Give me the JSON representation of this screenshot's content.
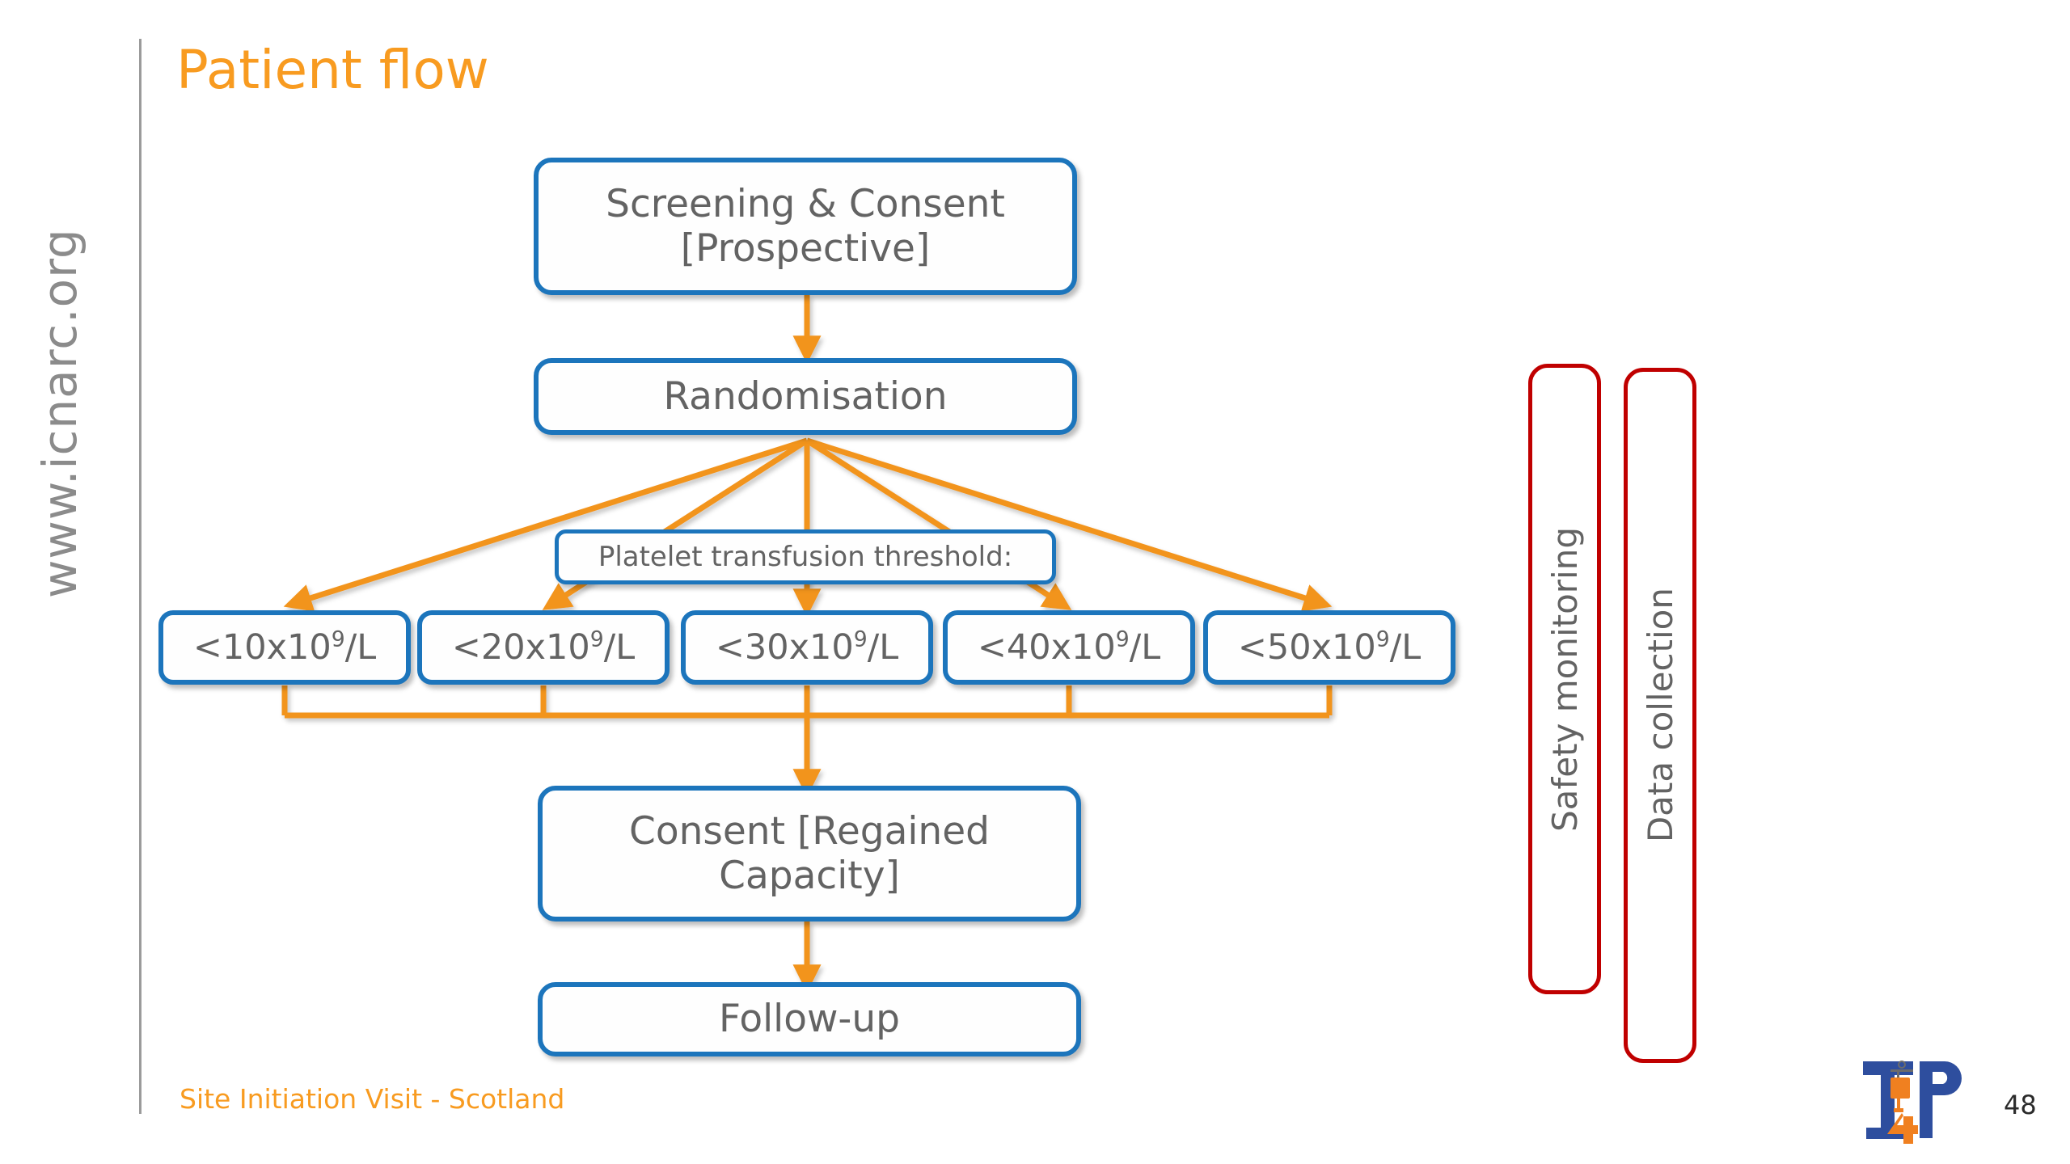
{
  "slide": {
    "title": "Patient flow",
    "site_url": "www.icnarc.org",
    "footer": "Site Initiation Visit - Scotland",
    "page_number": "48",
    "logo_text": "T4P"
  },
  "colors": {
    "title_orange": "#F89B20",
    "node_blue": "#1C75BC",
    "arrow_orange": "#F2941F",
    "sidebox_red": "#C00000",
    "node_text_gray": "#636363",
    "divider_gray": "#9B9B9B"
  },
  "flow": {
    "screening": {
      "line1": "Screening & Consent",
      "line2": "[Prospective]"
    },
    "randomisation": {
      "label": "Randomisation"
    },
    "threshold_caption": {
      "label": "Platelet transfusion threshold:"
    },
    "thresholds": [
      {
        "prefix": "<10x10",
        "exp": "9",
        "suffix": "/L"
      },
      {
        "prefix": "<20x10",
        "exp": "9",
        "suffix": "/L"
      },
      {
        "prefix": "<30x10",
        "exp": "9",
        "suffix": "/L"
      },
      {
        "prefix": "<40x10",
        "exp": "9",
        "suffix": "/L"
      },
      {
        "prefix": "<50x10",
        "exp": "9",
        "suffix": "/L"
      }
    ],
    "consent": {
      "line1": "Consent [Regained",
      "line2": "Capacity]"
    },
    "followup": {
      "label": "Follow-up"
    }
  },
  "sideboxes": [
    {
      "label": "Safety monitoring"
    },
    {
      "label": "Data collection"
    }
  ]
}
